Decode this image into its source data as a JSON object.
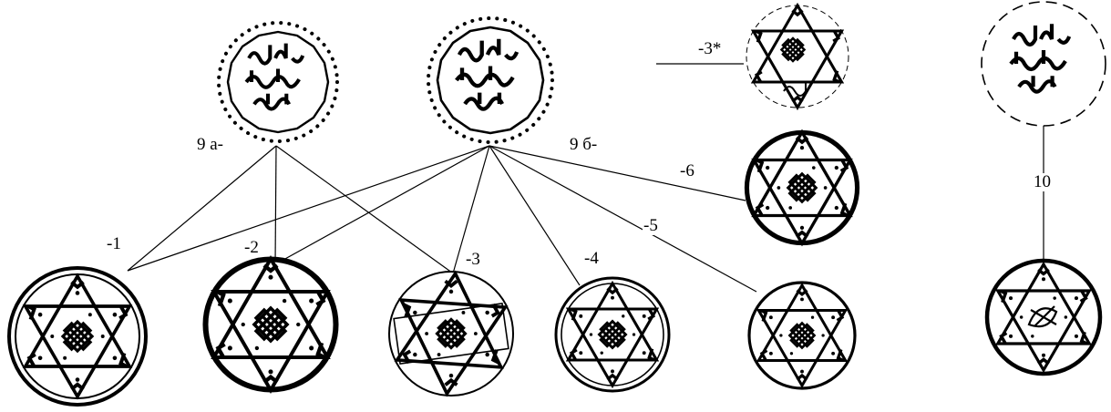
{
  "labels": {
    "coin_9a": "9 а-",
    "coin_9b": "9 б-",
    "coin_10": "10",
    "seal_1": "-1",
    "seal_2": "-2",
    "seal_3": "-3",
    "seal_3_star": "-3*",
    "seal_4": "-4",
    "seal_5": "-5",
    "seal_6": "-6"
  },
  "colors": {
    "ink": "#000000",
    "paper": "#ffffff"
  }
}
